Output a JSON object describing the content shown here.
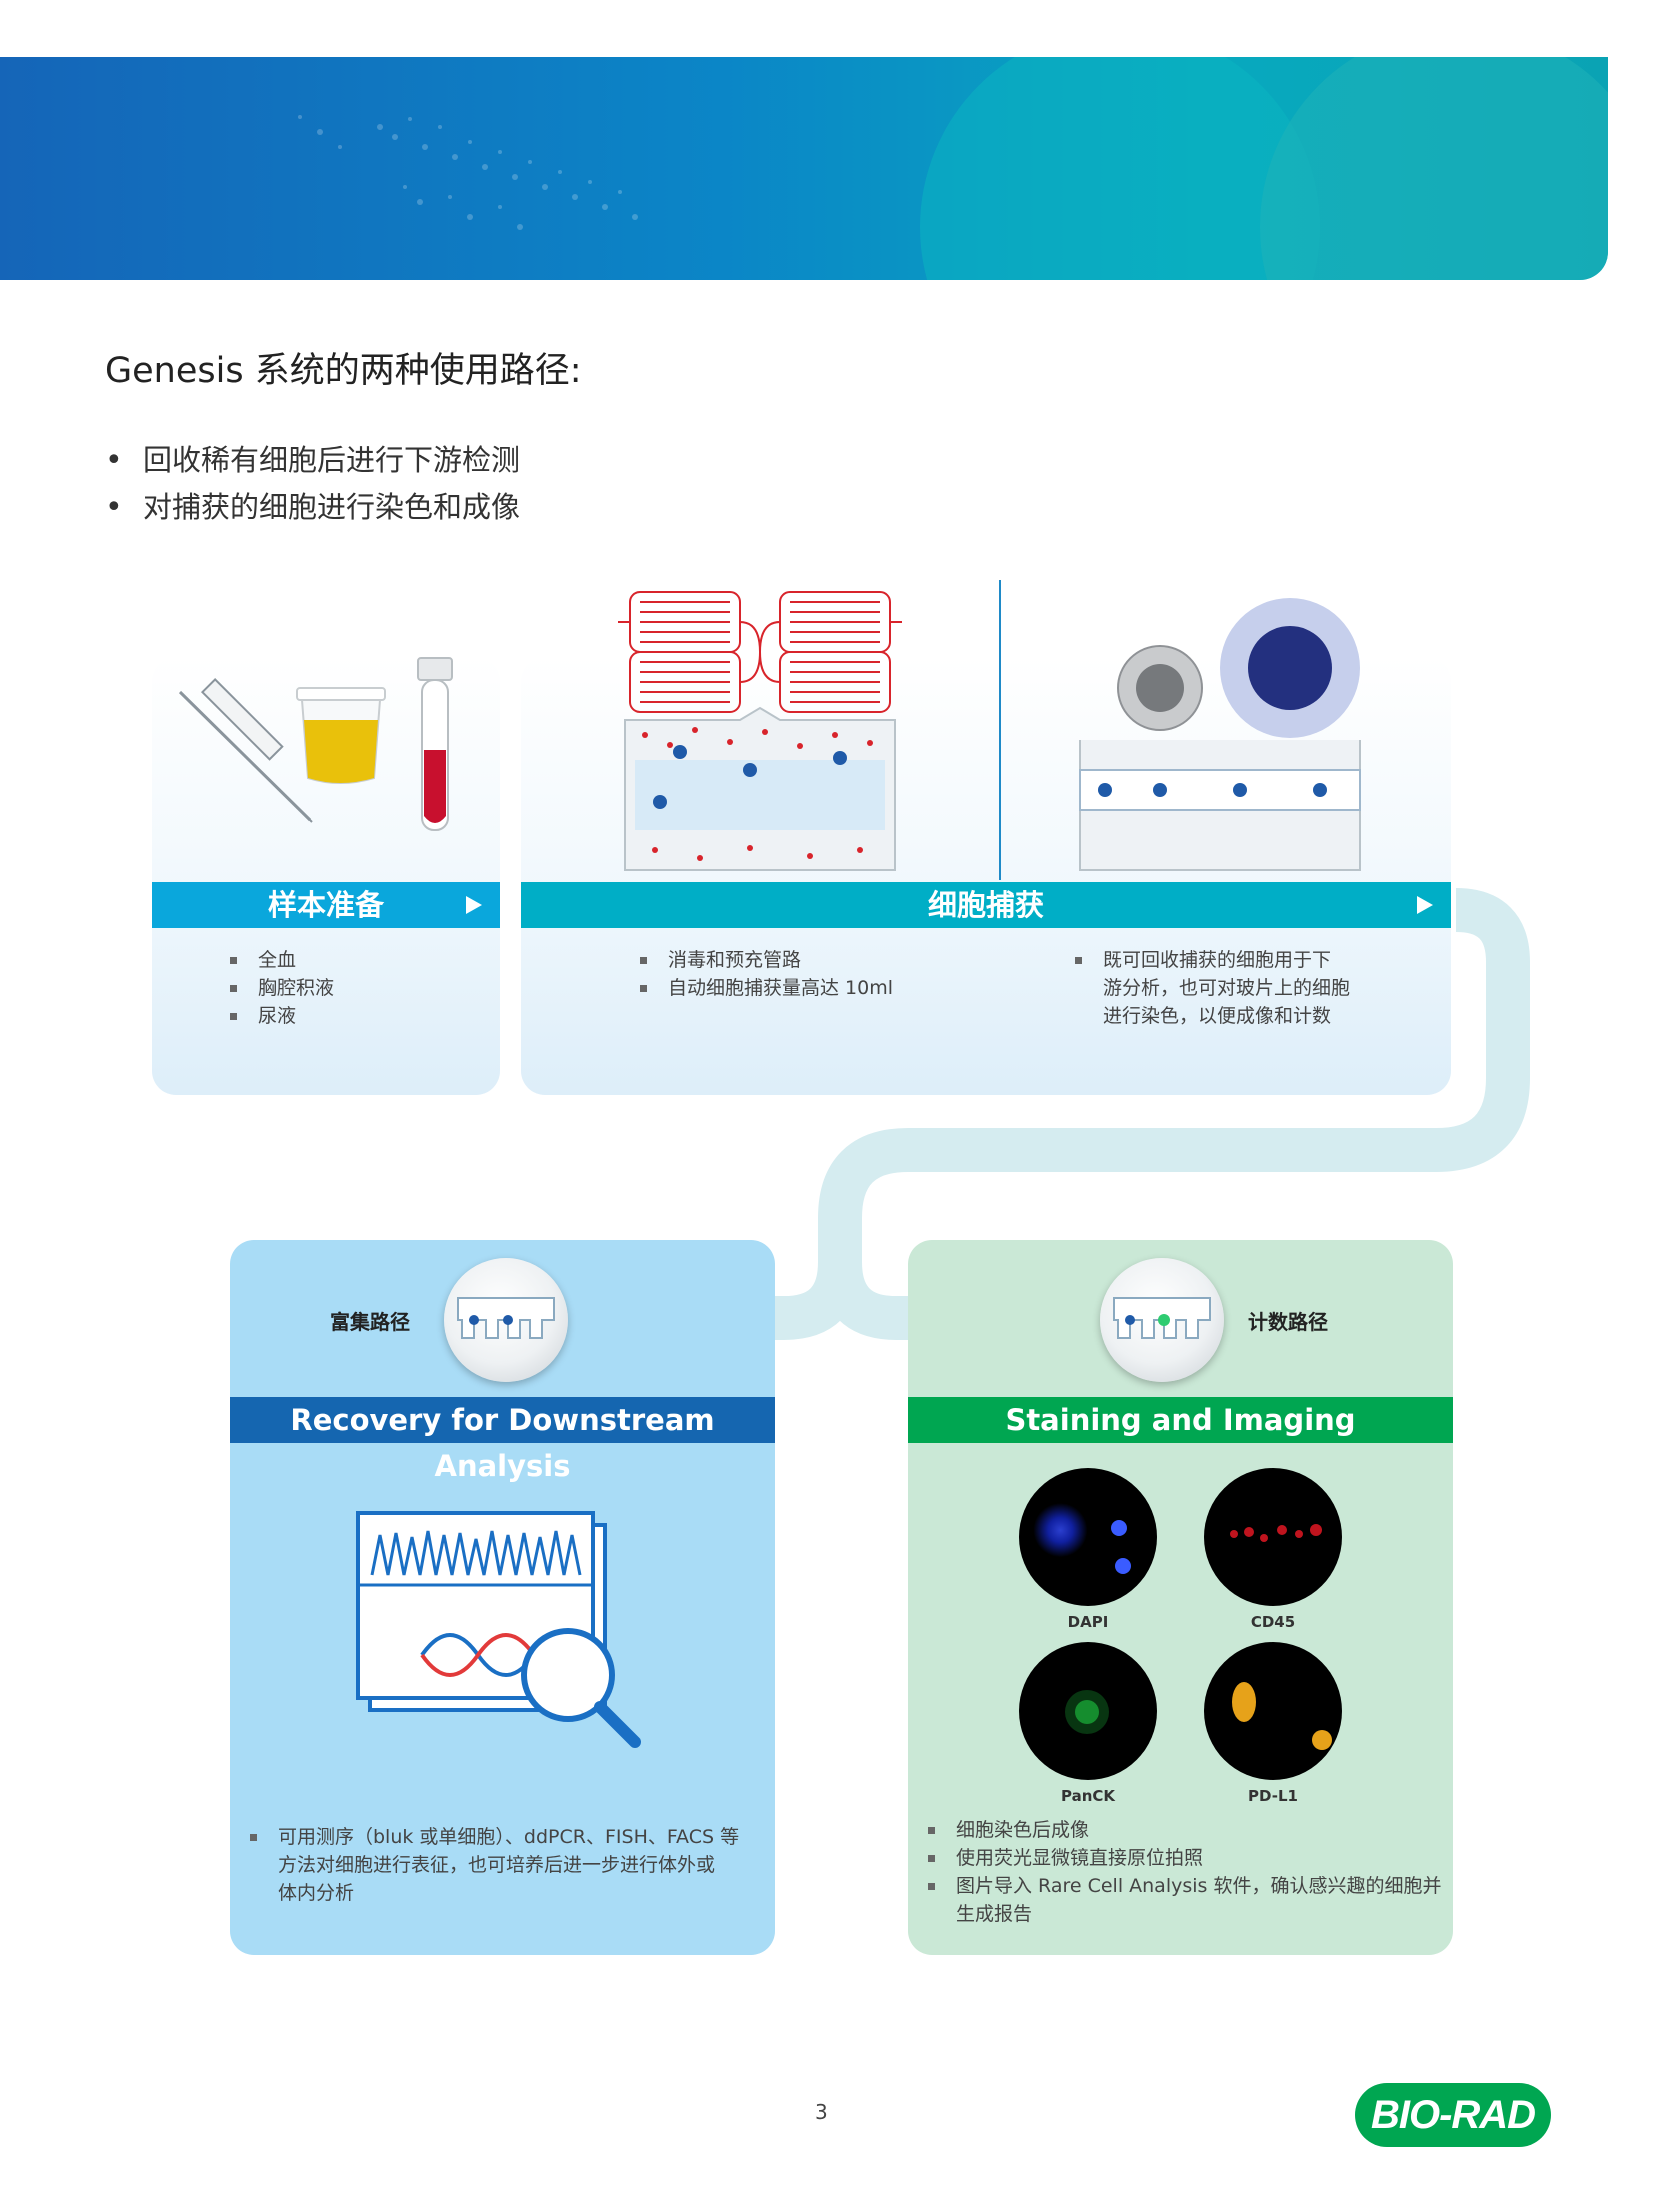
{
  "intro": {
    "title": "Genesis 系统的两种使用路径:",
    "bullets": [
      "回收稀有细胞后进行下游检测",
      "对捕获的细胞进行染色和成像"
    ]
  },
  "steps": {
    "sample": {
      "label": "样本准备",
      "items": [
        "全血",
        "胸腔积液",
        "尿液"
      ]
    },
    "capture": {
      "label": "细胞捕获",
      "items_left": [
        "消毒和预充管路",
        "自动细胞捕获量高达 10ml"
      ],
      "item_right": "既可回收捕获的细胞用于下游分析，也可对玻片上的细胞进行染色，以便成像和计数",
      "item_right_lines": [
        "既可回收捕获的细胞用于下",
        "游分析，也可对玻片上的细胞",
        "进行染色，以便成像和计数"
      ]
    }
  },
  "recovery": {
    "tag": "富集路径",
    "title": "Recovery for Downstream Analysis",
    "note_lines": [
      "可用测序（bluk 或单细胞）、ddPCR、FISH、FACS 等",
      "方法对细胞进行表征，也可培养后进一步进行体外或",
      "体内分析"
    ]
  },
  "staining": {
    "tag": "计数路径",
    "title": "Staining and Imaging",
    "stains": [
      "DAPI",
      "CD45",
      "PanCK",
      "PD-L1"
    ],
    "notes": [
      "细胞染色后成像",
      "使用荧光显微镜直接原位拍照",
      "图片导入 Rare Cell Analysis 软件，确认感兴趣的细胞并生成报告"
    ],
    "note3_lines": [
      "图片导入 Rare Cell Analysis 软件，确认感兴趣的细胞并",
      "生成报告"
    ]
  },
  "footer": {
    "page": "3",
    "logo": "BIO-RAD"
  },
  "colors": {
    "step_bar": "#0aa7dc",
    "capture_bar": "#00aec6",
    "recovery_bar": "#1566b0",
    "staining_bar": "#00a651",
    "recovery_bg": "#a9dcf6",
    "staining_bg": "#cae8d6"
  }
}
